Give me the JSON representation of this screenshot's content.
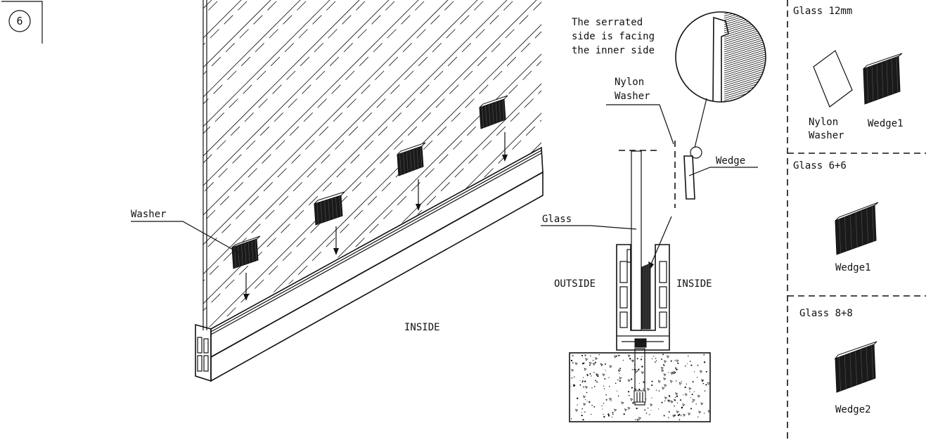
{
  "step_number": "6",
  "labels": {
    "washer": "Washer",
    "inside_main": "INSIDE",
    "glass": "Glass",
    "outside": "OUTSIDE",
    "inside_section": "INSIDE",
    "nylon_washer_line1": "Nylon",
    "nylon_washer_line2": "Washer",
    "wedge": "Wedge",
    "serrated_line1": "The serrated",
    "serrated_line2": "side is facing",
    "serrated_line3": "the inner side"
  },
  "sidebar": {
    "sections": [
      {
        "title": "Glass 12mm",
        "items": [
          {
            "label_line1": "Nylon",
            "label_line2": "Washer"
          },
          {
            "label_line1": "Wedge1",
            "label_line2": ""
          }
        ]
      },
      {
        "title": "Glass 6+6",
        "items": [
          {
            "label_line1": "Wedge1",
            "label_line2": ""
          }
        ]
      },
      {
        "title": "Glass 8+8",
        "items": [
          {
            "label_line1": "Wedge2",
            "label_line2": ""
          }
        ]
      }
    ]
  },
  "colors": {
    "ink": "#111111",
    "background": "#ffffff"
  }
}
